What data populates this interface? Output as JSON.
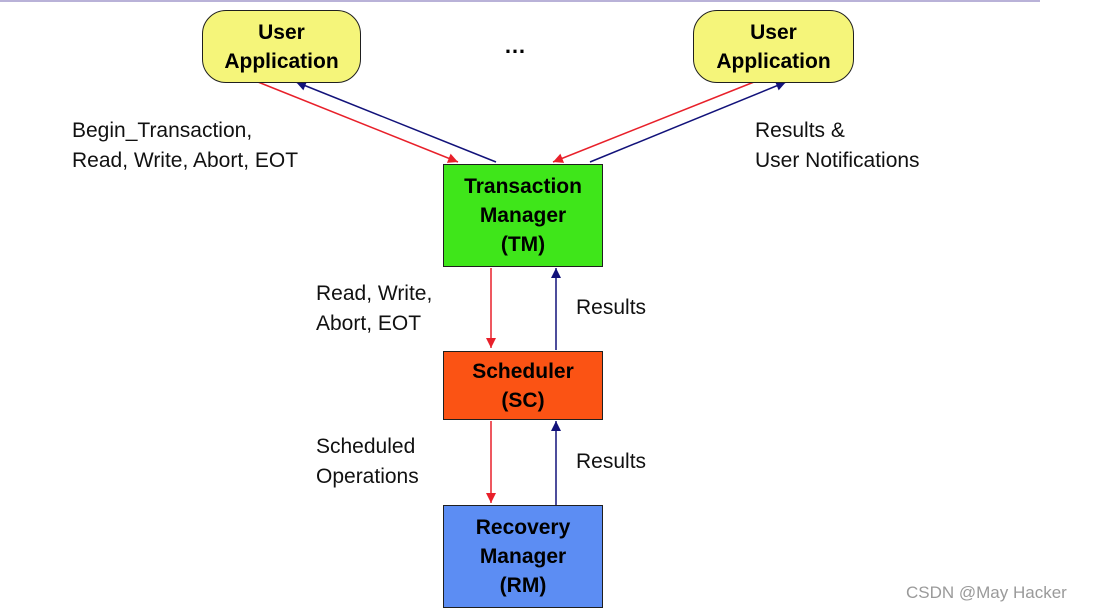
{
  "colors": {
    "app_fill": "#f5f57a",
    "tm_fill": "#3fe61a",
    "sc_fill": "#fb5314",
    "rm_fill": "#5c8df3",
    "request_arrow": "#e8202a",
    "result_arrow": "#12127a"
  },
  "nodes": {
    "app_left": {
      "line1": "User",
      "line2": "Application"
    },
    "app_right": {
      "line1": "User",
      "line2": "Application"
    },
    "ellipsis": "…",
    "tm": {
      "line1": "Transaction",
      "line2": "Manager",
      "line3": "(TM)"
    },
    "sc": {
      "line1": "Scheduler",
      "line2": "(SC)"
    },
    "rm": {
      "line1": "Recovery",
      "line2": "Manager",
      "line3": "(RM)"
    }
  },
  "edge_labels": {
    "app_to_tm": {
      "line1": "Begin_Transaction,",
      "line2": "Read, Write, Abort, EOT"
    },
    "tm_to_app": {
      "line1": "Results &",
      "line2": "User Notifications"
    },
    "tm_to_sc": {
      "line1": "Read, Write,",
      "line2": "Abort, EOT"
    },
    "sc_to_tm": "Results",
    "sc_to_rm": {
      "line1": "Scheduled",
      "line2": "Operations"
    },
    "rm_to_sc": "Results"
  },
  "watermark": "CSDN @May Hacker"
}
